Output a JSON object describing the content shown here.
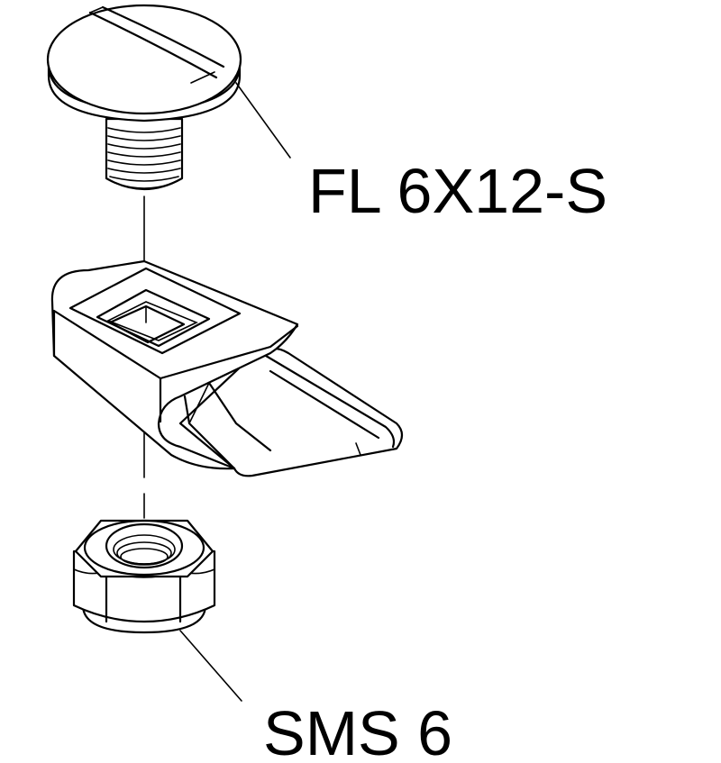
{
  "parts": [
    {
      "id": "screw",
      "label": "FL 6X12-S"
    },
    {
      "id": "clamp",
      "label": ""
    },
    {
      "id": "nut",
      "label": "SMS 6"
    }
  ],
  "colors": {
    "line": "#000000",
    "background": "#ffffff"
  }
}
